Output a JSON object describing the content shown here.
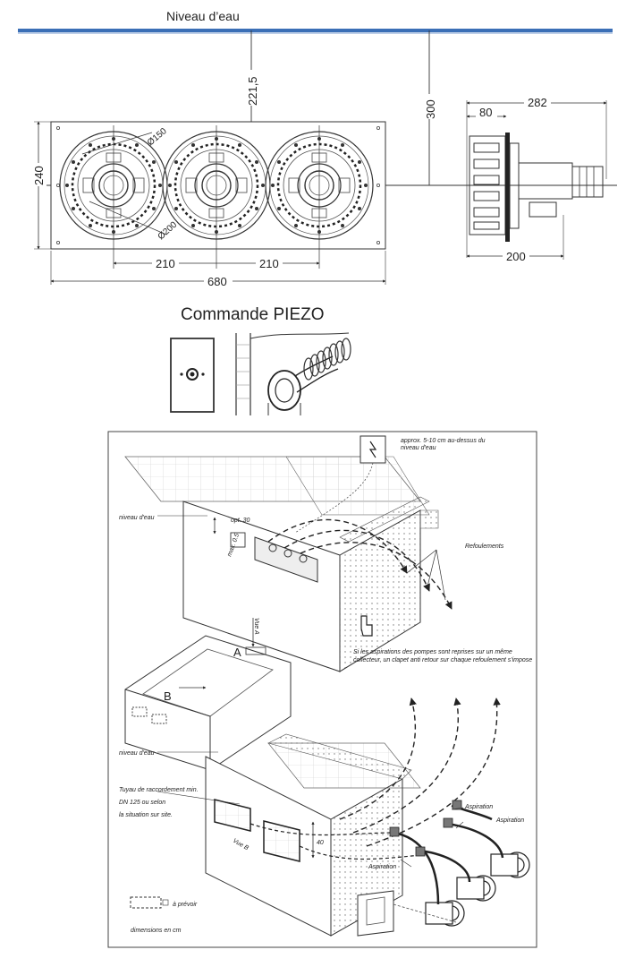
{
  "top": {
    "water_level_title": "Niveau d’eau",
    "dimensions": {
      "d2215": "221,5",
      "d300": "300",
      "d240": "240",
      "d210a": "210",
      "d210b": "210",
      "d680": "680",
      "d282": "282",
      "d80": "80",
      "d200": "200",
      "dia150": "Ø150",
      "dia200": "Ø200"
    },
    "water_line_color": "#3b6fb6"
  },
  "piezo": {
    "title": "Commande PIEZO"
  },
  "install": {
    "note_top": [
      "approx. 5-10 cm au-dessus du",
      "niveau d'eau"
    ],
    "niveau_top": "niveau d'eau",
    "opt": "opt. 30",
    "max": "max. 0.5",
    "refoulements": "Refoulements",
    "vue_a": "Vue A",
    "marker_a": "A",
    "marker_b": "B",
    "note_mid": [
      "Si les aspirations des pompes sont reprises sur un même",
      "collecteur, un clapet anti retour sur chaque refoulement s'impose"
    ],
    "niveau_bottom": "niveau d'eau",
    "tuyau": [
      "Tuyau de raccordement min.",
      "DN 125 ou selon",
      "la situation sur site."
    ],
    "vue_b": "Vue B",
    "d40": "40",
    "aspiration1": "Aspiration",
    "aspiration2": "Aspiration",
    "aspiration3": "Aspiration",
    "a_prevoir": "à prévoir",
    "dimensions_cm": "dimensions en cm"
  }
}
